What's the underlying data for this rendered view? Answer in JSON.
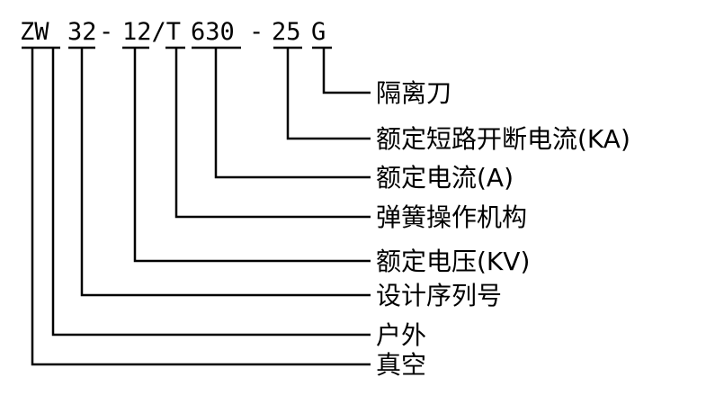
{
  "model_code": {
    "segments": [
      "ZW",
      "32",
      "-",
      "12/T",
      "630",
      "-",
      "25",
      "G"
    ]
  },
  "legend": [
    "隔离刀",
    "额定短路开断电流(KA)",
    "额定电流(A)",
    "弹簧操作机构",
    "额定电压(KV)",
    "设计序列号",
    "户外",
    "真空"
  ]
}
